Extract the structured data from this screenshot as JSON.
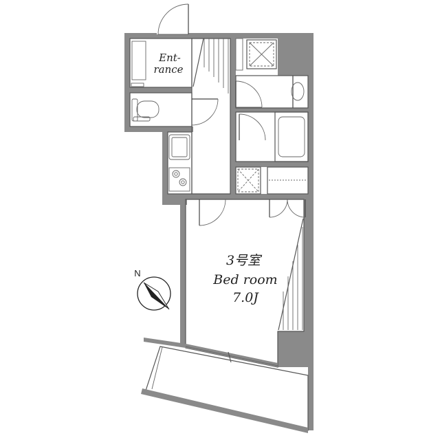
{
  "rooms": {
    "entrance": {
      "line1": "Ent-",
      "line2": "rance"
    },
    "bedroom": {
      "number": "3号室",
      "name": "Bed room",
      "size": "7.0J"
    }
  },
  "compass": {
    "north_label": "N"
  },
  "colors": {
    "wall": "#8a8a8a",
    "wet_area": "#cfe7f5",
    "storage": "#f6dfc3",
    "floor": "#ffffff",
    "line": "#555555"
  }
}
